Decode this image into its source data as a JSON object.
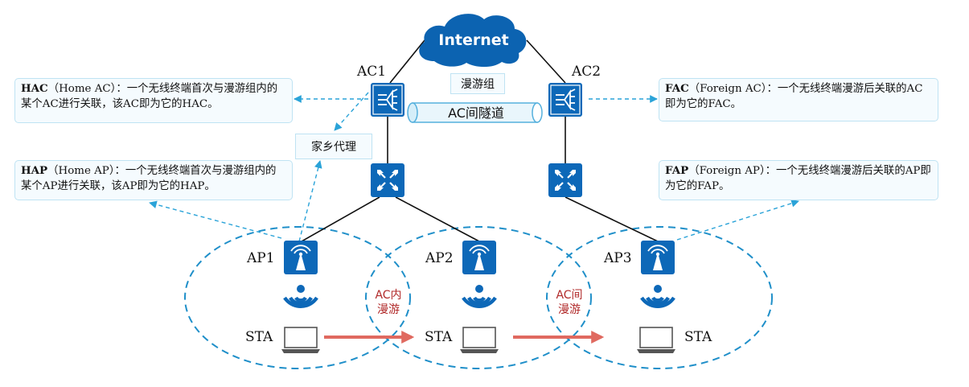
{
  "internet": {
    "label": "Internet"
  },
  "acs": [
    {
      "label": "AC1"
    },
    {
      "label": "AC2"
    }
  ],
  "roaming_group": {
    "label": "漫游组"
  },
  "tunnel": {
    "label": "AC间隧道"
  },
  "home_agent": {
    "label": "家乡代理"
  },
  "callouts": {
    "hac": {
      "term": "HAC",
      "text": "（Home AC）：一个无线终端首次与漫游组内的某个AC进行关联，该AC即为它的HAC。"
    },
    "fac": {
      "term": "FAC",
      "text": "（Foreign AC）：一个无线终端漫游后关联的AC即为它的FAC。"
    },
    "hap": {
      "term": "HAP",
      "text": "（Home AP）：一个无线终端首次与漫游组内的某个AP进行关联，该AP即为它的HAP。"
    },
    "fap": {
      "term": "FAP",
      "text": "（Foreign AP）：一个无线终端漫游后关联的AP即为它的FAP。"
    }
  },
  "aps": [
    {
      "label": "AP1"
    },
    {
      "label": "AP2"
    },
    {
      "label": "AP3"
    }
  ],
  "stas": [
    {
      "label": "STA"
    },
    {
      "label": "STA"
    },
    {
      "label": "STA"
    }
  ],
  "roaming_types": {
    "intra_ac": [
      "AC内",
      "漫游"
    ],
    "inter_ac": [
      "AC间",
      "漫游"
    ]
  },
  "colors": {
    "device_blue": "#0d68b8",
    "cloud_blue": "#0c63b1",
    "dashed_line": "#2aa3d8",
    "coverage_circle": "#1f8fc9",
    "roam_arrow": "#e06a60",
    "roam_text": "#b12a2a",
    "callout_fill": "#f5fbfe",
    "callout_border": "#bfe3f3"
  },
  "icons": {
    "ac": "access-controller-icon",
    "switch": "switch-icon",
    "ap": "access-point-icon",
    "signal": "wifi-signal-icon",
    "sta": "laptop-icon",
    "internet": "cloud-icon"
  }
}
